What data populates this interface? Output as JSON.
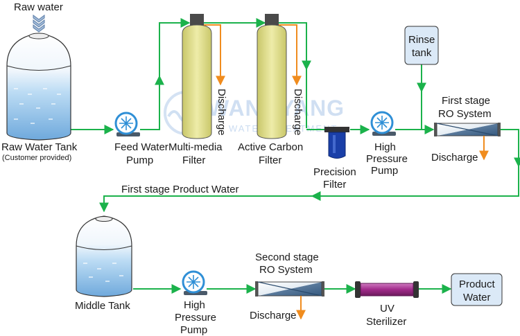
{
  "watermark": {
    "brand": "WANGYANG",
    "tagline": "WATER TREATMENT"
  },
  "labels": {
    "raw_water": "Raw water",
    "raw_water_tank": "Raw Water Tank",
    "customer_provided": "(Customer provided)",
    "feed_pump_line1": "Feed Water",
    "feed_pump_line2": "Pump",
    "mmf_line1": "Multi-media",
    "mmf_line2": "Filter",
    "acf_line1": "Active Carbon",
    "acf_line2": "Filter",
    "discharge": "Discharge",
    "precision_line1": "Precision",
    "precision_line2": "Filter",
    "hp_line1": "High",
    "hp_line2": "Pressure",
    "hp_line3": "Pump",
    "rinse_line1": "Rinse",
    "rinse_line2": "tank",
    "ro1_line1": "First stage",
    "ro1_line2": "RO System",
    "first_product": "First stage Product Water",
    "middle_tank": "Middle Tank",
    "ro2_line1": "Second stage",
    "ro2_line2": "RO System",
    "uv_line1": "UV",
    "uv_line2": "Sterilizer",
    "product_line1": "Product",
    "product_line2": "Water"
  },
  "colors": {
    "pipe": "#1bb24b",
    "discharge_arrow": "#f08c1e",
    "tank_top": "#ffffff",
    "tank_water": "#9cc8ee",
    "filter_body": "#e6e59a",
    "filter_cap": "#4a4a4a",
    "pump": "#2f8fd6",
    "precision_filter": "#1a3fa8",
    "uv_body": "#a02a8a",
    "box_fill": "#dbe9f7",
    "ro_membrane": "#c9d6e3"
  }
}
